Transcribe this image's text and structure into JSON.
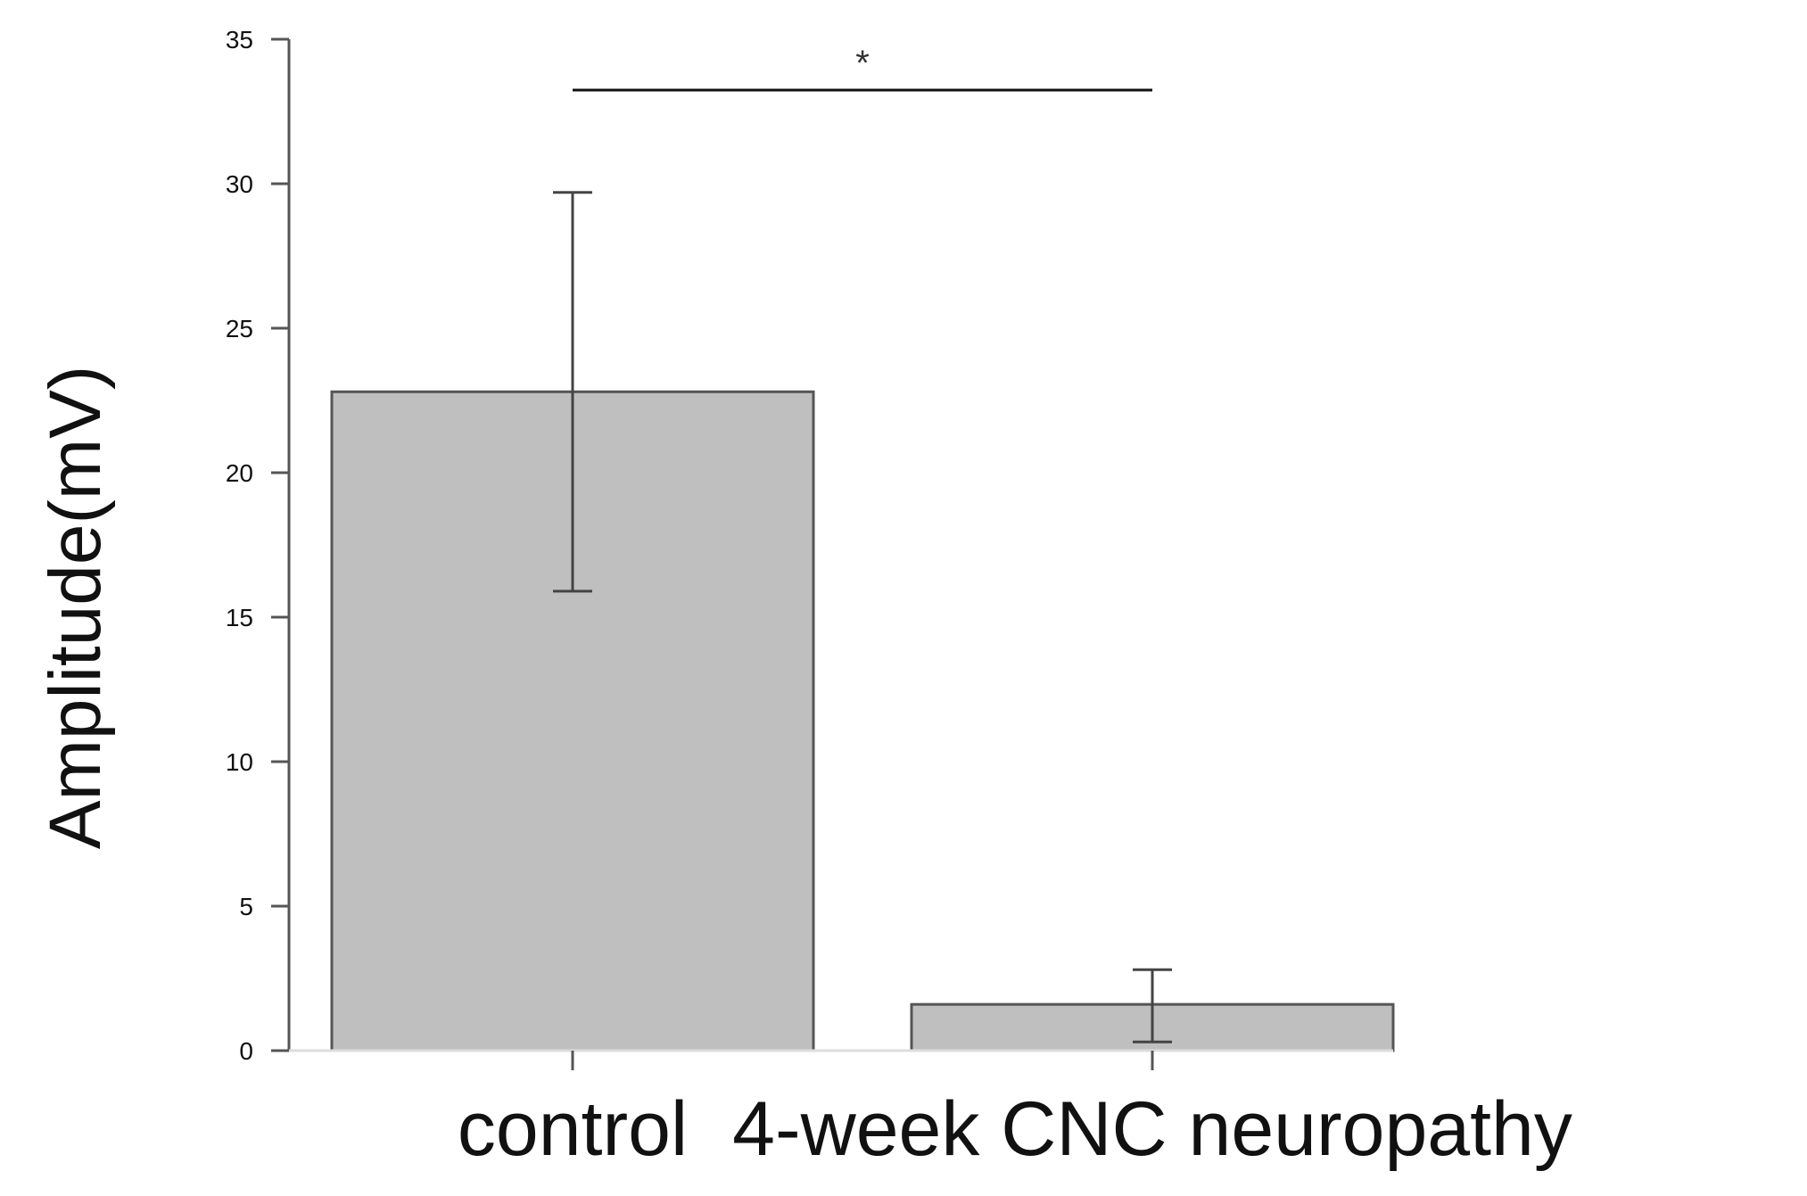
{
  "chart_data": {
    "type": "bar",
    "categories": [
      "control",
      "4-week CNC neuropathy"
    ],
    "values": [
      22.8,
      1.6
    ],
    "error_bars": [
      {
        "low": 15.9,
        "high": 29.7
      },
      {
        "low": 0.3,
        "high": 2.8
      }
    ],
    "ylabel": "Amplitude(mV)",
    "xlabel": "",
    "ylim": [
      0,
      35
    ],
    "yticks": [
      0,
      5,
      10,
      15,
      20,
      25,
      30,
      35
    ],
    "significance": {
      "between": [
        0,
        1
      ],
      "label": "*"
    },
    "grid": false,
    "colors": {
      "bar_fill": "#bfbfbf",
      "bar_stroke": "#555555",
      "axis": "#555555",
      "error_bar": "#444444"
    }
  }
}
